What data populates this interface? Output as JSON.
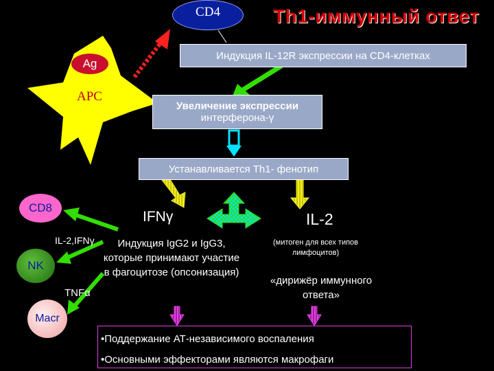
{
  "title": "Th1-иммунный ответ",
  "cd4": "CD4",
  "ag": "Ag",
  "apc": "APC",
  "box_il12r": "Индукция IL-12R экспрессии на CD4-клетках",
  "box_ifn_line1": "Увеличение экспрессии",
  "box_ifn_line2": "интерферона-γ",
  "box_th1": "Устанавливается Th1- фенотип",
  "cd8": "CD8",
  "nk": "NK",
  "macr": "Macr",
  "il2_ifn_label": "IL-2,IFNγ",
  "tnf_label": "TNFα",
  "ifn_gamma": "IFNγ",
  "il2": "IL-2",
  "ifn_desc": "Индукция IgG2 и IgG3, которые принимают участие в фагоцитозе (опсонизация)",
  "il2_desc": "(митоген для всех типов лимфоцитов)",
  "il2_quote": "«дирижёр иммунного ответа»",
  "bullet1": "•Поддержание АТ-независимого воспаления",
  "bullet2": "•Основными эффекторами являются макрофаги",
  "colors": {
    "background": "#000000",
    "title": "#d00000",
    "cd4_fill": "#0a1f9e",
    "apc_fill": "#ffff00",
    "ag_fill": "#c8102e",
    "box_fill": "#9aa8c8",
    "arrow_green": "#33dd00",
    "arrow_yellow": "#f5ef2a",
    "arrow_cyan": "#00e4ff",
    "arrow_magenta": "#e040e0",
    "red_dotted": "#ff2020",
    "cd8_fill": "#ff66cc",
    "nk_fill": "#2e8b1e",
    "macr_fill": "#ffc8c8",
    "bullet_border": "#e040e0"
  }
}
